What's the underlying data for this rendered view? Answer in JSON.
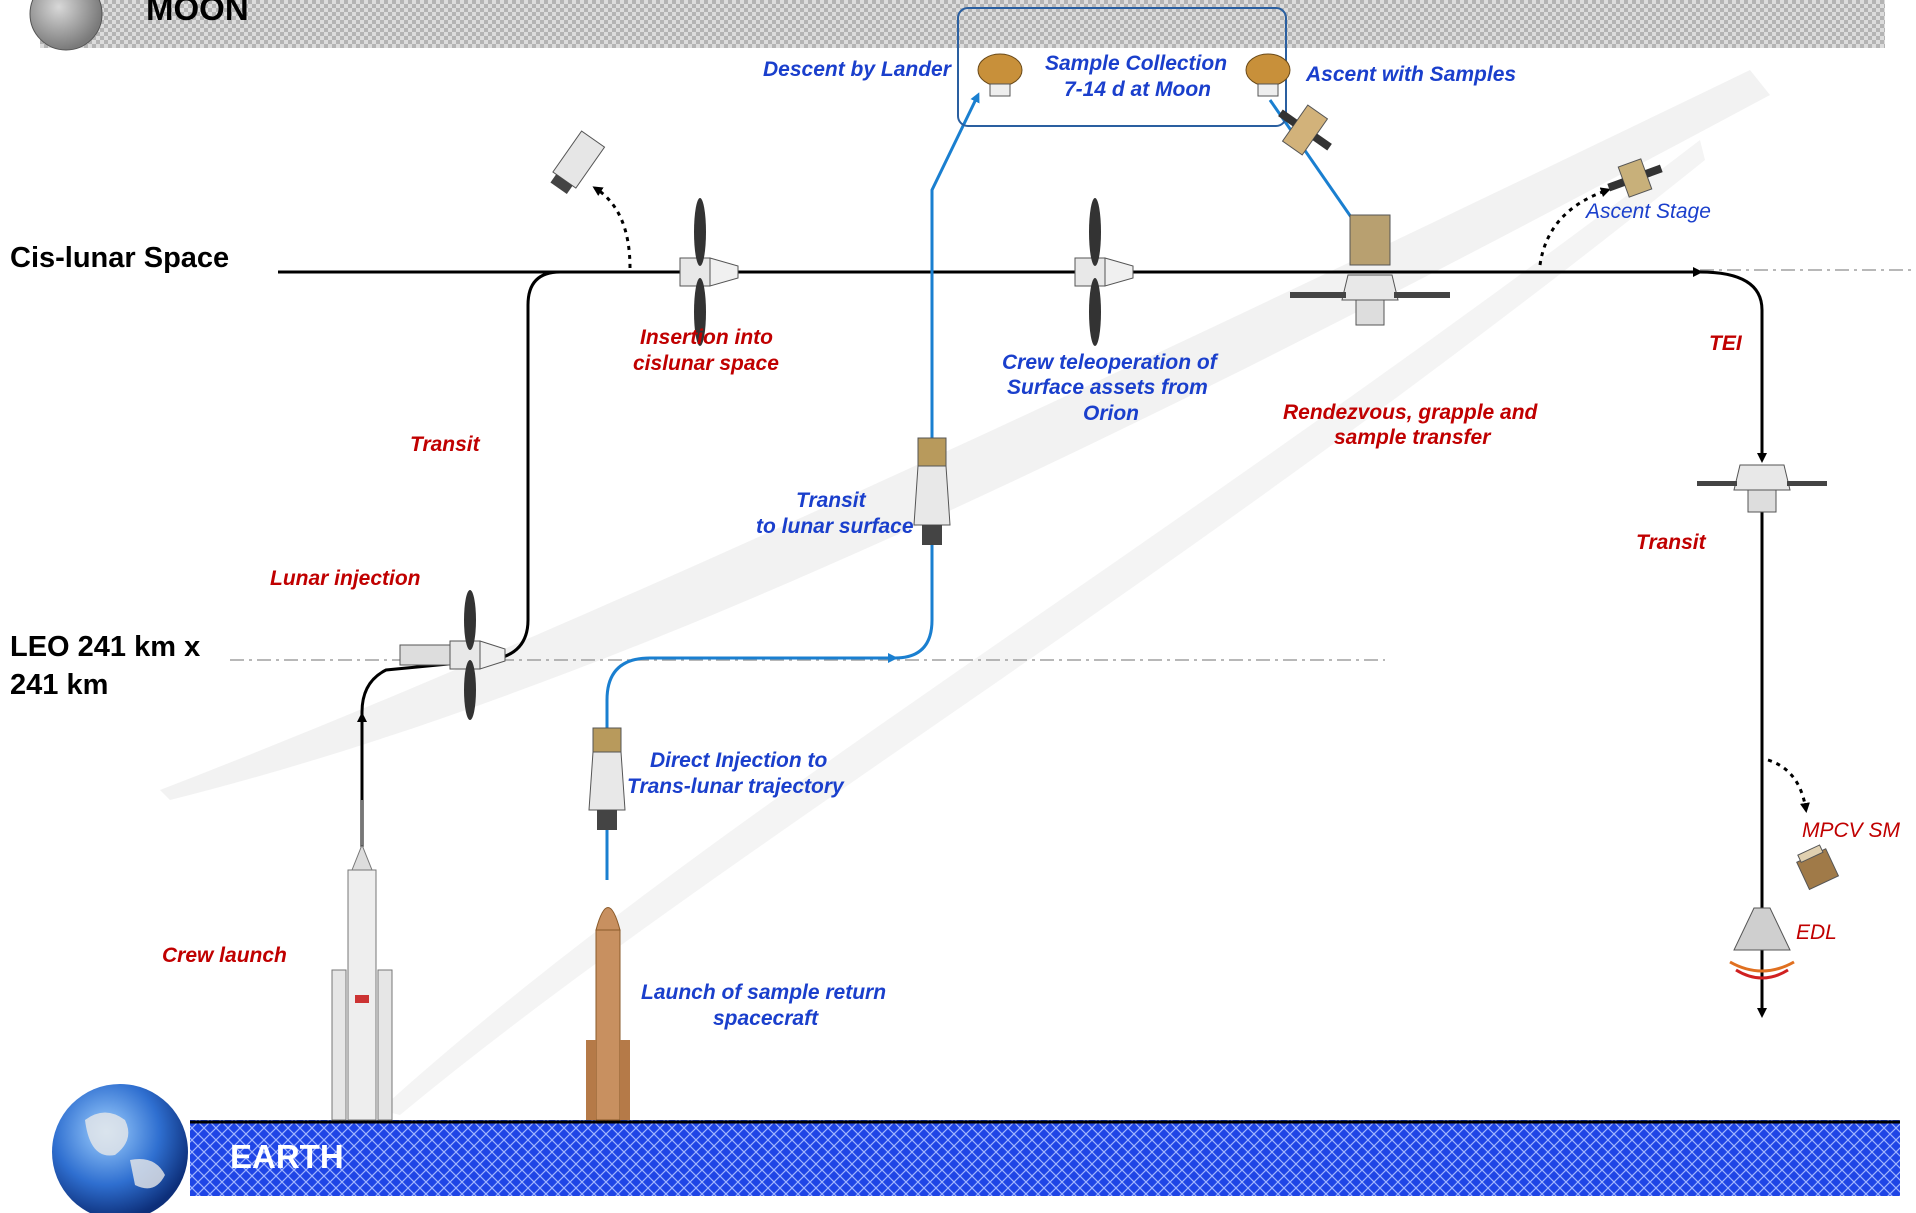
{
  "banners": {
    "moon": "MOON",
    "earth": "EARTH"
  },
  "levels": {
    "cislunar": "Cis-lunar Space",
    "leo_line1": "LEO 241 km x",
    "leo_line2": "241 km"
  },
  "crew_path": {
    "crew_launch": "Crew launch",
    "lunar_injection": "Lunar injection",
    "transit": "Transit",
    "insertion_line1": "Insertion into",
    "insertion_line2": "cislunar space"
  },
  "sample_path": {
    "launch_line1": "Launch of sample return",
    "launch_line2": "spacecraft",
    "direct_line1": "Direct Injection to",
    "direct_line2": "Trans-lunar trajectory",
    "transit_line1": "Transit",
    "transit_line2": "to lunar surface",
    "descent": "Descent by Lander",
    "collection_line1": "Sample Collection",
    "collection_line2": "7-14 d at Moon",
    "ascent": "Ascent with Samples",
    "ascent_stage": "Ascent Stage"
  },
  "orion_ops": {
    "teleop_line1": "Crew teleoperation of",
    "teleop_line2": "Surface assets from",
    "teleop_line3": "Orion",
    "rendezvous_line1": "Rendezvous, grapple and",
    "rendezvous_line2": "sample transfer"
  },
  "return_path": {
    "tei": "TEI",
    "transit": "Transit",
    "mpcv_sm": "MPCV SM",
    "edl": "EDL"
  },
  "colors": {
    "crew_label": "#c00000",
    "sample_label": "#1a3fcc",
    "crew_path": "#000000",
    "sample_path": "#1a7fd0",
    "earth_band": "#1a3fe0",
    "moon_band": "#c8c8c8"
  }
}
